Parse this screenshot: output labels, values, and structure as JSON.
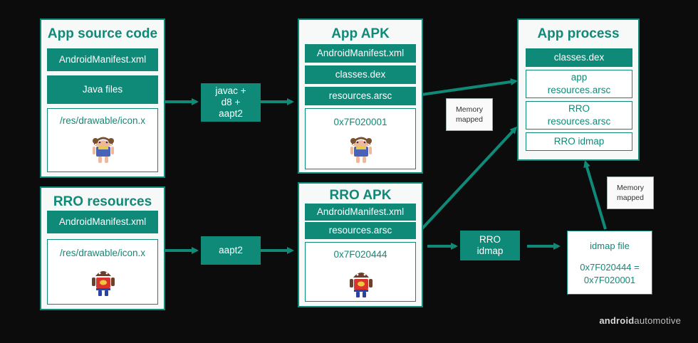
{
  "app_source": {
    "title": "App source code",
    "manifest": "AndroidManifest.xml",
    "java": "Java files",
    "drawable": "/res/drawable/icon.x"
  },
  "rro_resources": {
    "title": "RRO resources",
    "manifest": "AndroidManifest.xml",
    "drawable": "/res/drawable/icon.x"
  },
  "steps": {
    "javac": "javac +\nd8 +\naapt2",
    "aapt2": "aapt2",
    "rro_idmap": "RRO\nidmap"
  },
  "app_apk": {
    "title": "App APK",
    "manifest": "AndroidManifest.xml",
    "classes": "classes.dex",
    "resources": "resources.arsc",
    "res_id": "0x7F020001"
  },
  "rro_apk": {
    "title": "RRO APK",
    "manifest": "AndroidManifest.xml",
    "resources": "resources.arsc",
    "res_id": "0x7F020444"
  },
  "app_process": {
    "title": "App process",
    "classes": "classes.dex",
    "app_resources": "app\nresources.arsc",
    "rro_resources": "RRO\nresources.arsc",
    "rro_idmap": "RRO idmap"
  },
  "notes": {
    "memory_mapped_1": "Memory\nmapped",
    "memory_mapped_2": "Memory\nmapped"
  },
  "idmap_file": {
    "title": "idmap file",
    "mapping": "0x7F020444 =\n0x7F020001"
  },
  "brand": {
    "bold": "android",
    "light": "automotive"
  },
  "colors": {
    "accent": "#0f8a78",
    "background": "#0c0c0c",
    "panel": "#f7f8f8"
  }
}
